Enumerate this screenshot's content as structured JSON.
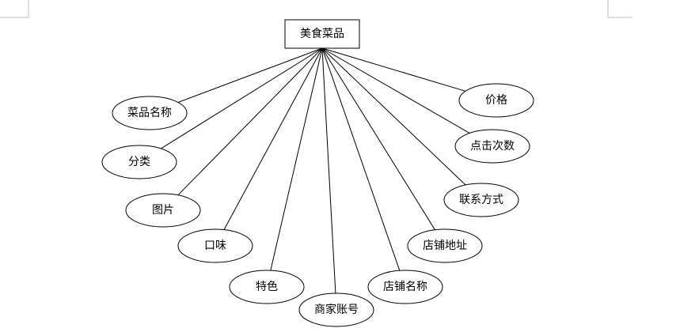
{
  "diagram": {
    "entity": {
      "label": "美食菜品"
    },
    "attributes": [
      {
        "id": "dish-name",
        "label": "菜品名称"
      },
      {
        "id": "category",
        "label": "分类"
      },
      {
        "id": "image",
        "label": "图片"
      },
      {
        "id": "taste",
        "label": "口味"
      },
      {
        "id": "feature",
        "label": "特色"
      },
      {
        "id": "merchant-account",
        "label": "商家账号"
      },
      {
        "id": "shop-name",
        "label": "店铺名称"
      },
      {
        "id": "shop-address",
        "label": "店铺地址"
      },
      {
        "id": "contact",
        "label": "联系方式"
      },
      {
        "id": "click-count",
        "label": "点击次数"
      },
      {
        "id": "price",
        "label": "价格"
      }
    ]
  }
}
